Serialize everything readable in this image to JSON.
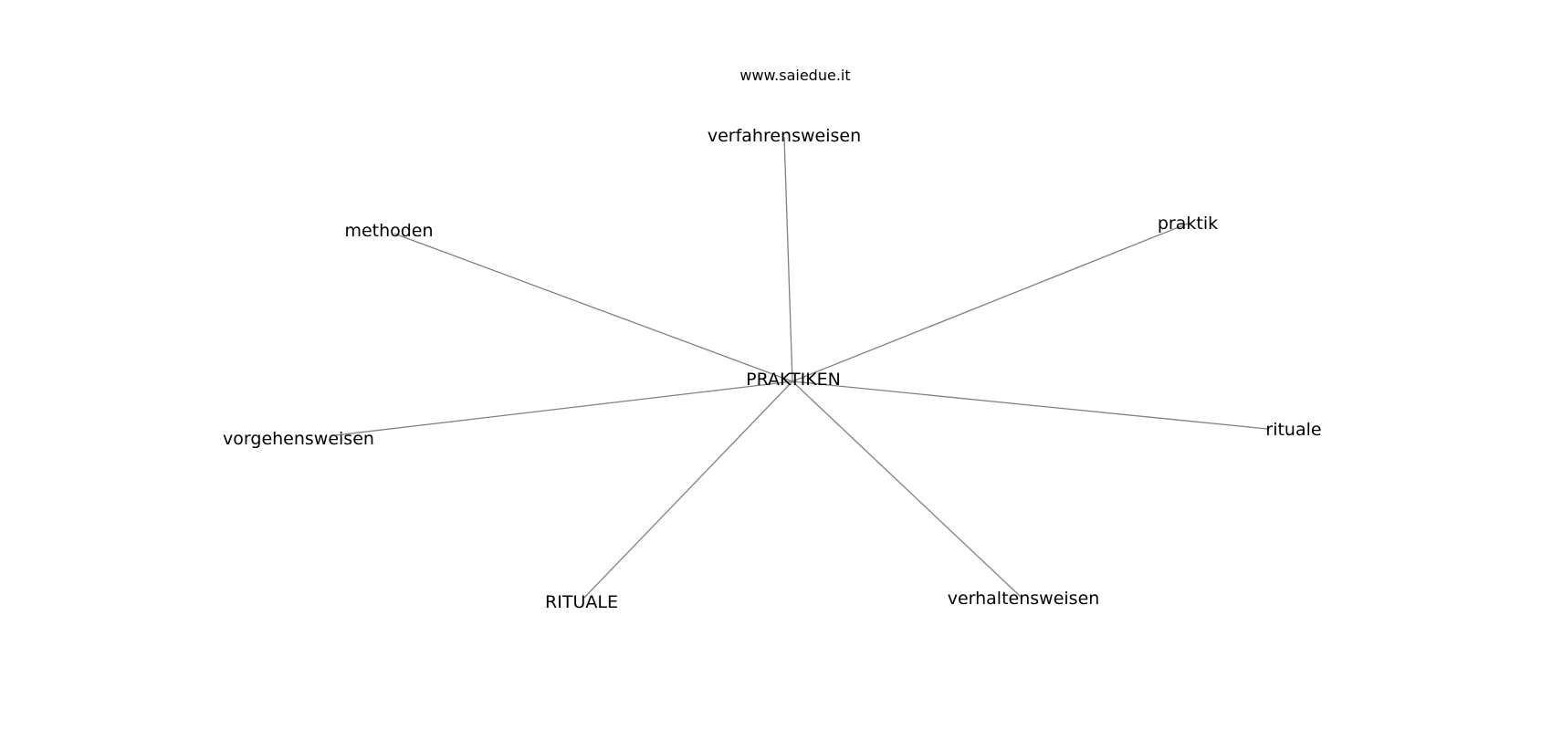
{
  "watermark": "www.saiedue.it",
  "diagram": {
    "type": "radial-word-graph",
    "center": "PRAKTIKEN",
    "neighbors": [
      "verfahrensweisen",
      "methoden",
      "praktik",
      "vorgehensweisen",
      "rituale",
      "RITUALE",
      "verhaltensweisen"
    ],
    "colors": {
      "edge": "#808080",
      "text": "#000000",
      "background": "#ffffff"
    }
  }
}
